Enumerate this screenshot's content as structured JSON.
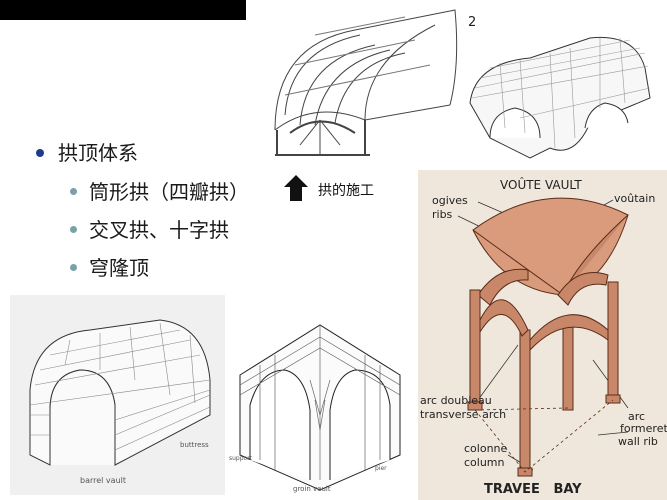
{
  "slide": {
    "bullets": [
      {
        "label": "拱顶体系",
        "level": 1
      },
      {
        "label": "筒形拱（四瓣拱）",
        "level": 2
      },
      {
        "label": "交叉拱、十字拱",
        "level": 2
      },
      {
        "label": "穹隆顶",
        "level": 2
      }
    ],
    "arrow_caption": "拱的施工",
    "figure_number": "2"
  },
  "vault_diagram": {
    "title": "VOÛTE VAULT",
    "ogives": "ogives",
    "ribs": "ribs",
    "voutain": "voûtain",
    "arc_doubleau": "arc doubleau",
    "transverse_arch": "transverse arch",
    "arc_formeret": "arc",
    "formeret": "formeret",
    "wall_rib": "wall rib",
    "colonne": "colonne",
    "column": "column",
    "travee_bay": "TRAVEE   BAY"
  },
  "colors": {
    "bullet_main": "#1f3b8a",
    "bullet_sub": "#7aa0a8",
    "vault_fill": "#c9876a",
    "vault_panel": "#efe7dc"
  }
}
